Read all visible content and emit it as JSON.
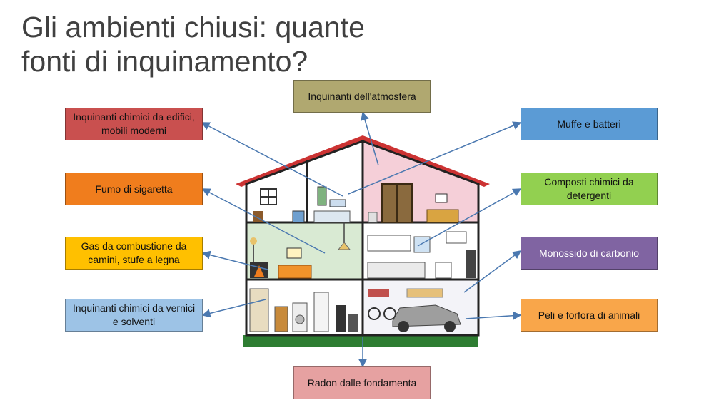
{
  "title": "Gli ambienti chiusi: quante fonti di inquinamento?",
  "colors": {
    "red": "#c9504f",
    "orange": "#f07d1d",
    "yellow": "#ffc000",
    "light_blue": "#9dc3e6",
    "olive": "#b0a870",
    "blue": "#5b9bd5",
    "green": "#92d050",
    "purple": "#8064a2",
    "light_orange": "#f9a64a",
    "pink": "#e6a1a1",
    "arrow": "#4a78b0",
    "roof": "#cc3333",
    "ground": "#2e7d32"
  },
  "labels": {
    "atmosfera": "Inquinanti dell'atmosfera",
    "edifici": "Inquinanti chimici da edifici, mobili moderni",
    "fumo": "Fumo di sigaretta",
    "gas": "Gas da combustione da camini, stufe a legna",
    "vernici": "Inquinanti chimici da vernici e solventi",
    "muffe": "Muffe e batteri",
    "detergenti": "Composti chimici da detergenti",
    "monossido": "Monossido di carbonio",
    "peli": "Peli e forfora di animali",
    "radon": "Radon dalle fondamenta"
  }
}
